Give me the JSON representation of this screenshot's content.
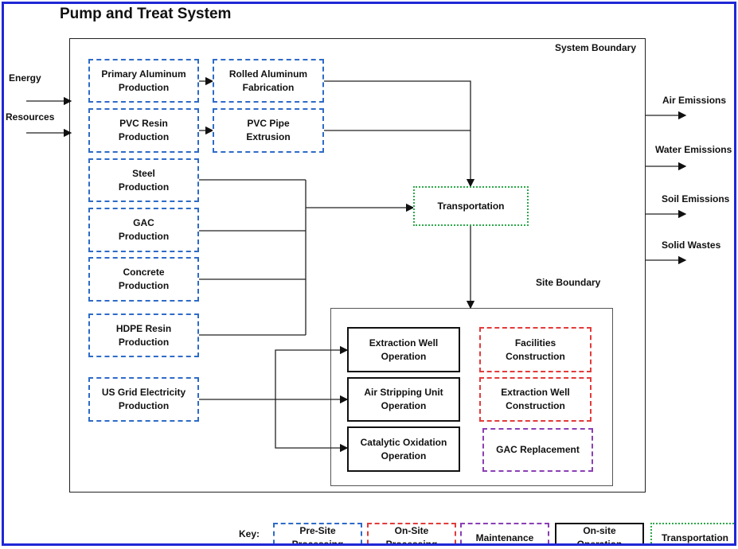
{
  "title": "Pump and Treat System",
  "system_boundary": "System Boundary",
  "site_boundary": "Site Boundary",
  "inputs": [
    "Energy",
    "Resources"
  ],
  "outputs": [
    "Air Emissions",
    "Water Emissions",
    "Soil Emissions",
    "Solid Wastes"
  ],
  "pre_site": {
    "primary_aluminum": "Primary Aluminum\nProduction",
    "rolled_aluminum": "Rolled Aluminum\nFabrication",
    "pvc_resin": "PVC Resin\nProduction",
    "pvc_pipe": "PVC Pipe\nExtrusion",
    "steel": "Steel\nProduction",
    "gac": "GAC\nProduction",
    "concrete": "Concrete\nProduction",
    "hdpe": "HDPE Resin\nProduction",
    "grid": "US Grid Electricity\nProduction"
  },
  "transportation": "Transportation",
  "site_ops": {
    "extraction_well_op": "Extraction Well\nOperation",
    "air_stripping": "Air Stripping Unit\nOperation",
    "catalytic": "Catalytic Oxidation\nOperation"
  },
  "site_processing": {
    "facilities": "Facilities\nConstruction",
    "extraction_construction": "Extraction Well\nConstruction"
  },
  "maintenance": {
    "gac_replacement": "GAC Replacement"
  },
  "key": {
    "label": "Key:",
    "pre_site": "Pre-Site\nProcessing",
    "on_site": "On-Site\nProcessing",
    "maintenance": "Maintenance",
    "on_site_operation": "On-site\nOperation",
    "transportation": "Transportation"
  },
  "colors": {
    "frame": "#1f27d6",
    "pre_site": "#2e6bc8",
    "on_site": "#e23b3b",
    "maintenance": "#8a3fb5",
    "operation": "#111111",
    "transportation": "#2ea84a"
  }
}
